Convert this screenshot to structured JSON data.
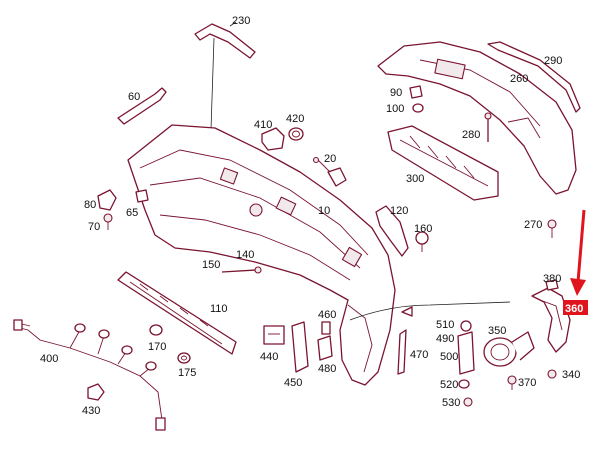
{
  "labels": {
    "p10": "10",
    "p20": "20",
    "p60": "60",
    "p65": "65",
    "p70": "70",
    "p80": "80",
    "p90": "90",
    "p100": "100",
    "p110": "110",
    "p120": "120",
    "p140": "140",
    "p150": "150",
    "p160": "160",
    "p170": "170",
    "p175": "175",
    "p230": "230",
    "p260": "260",
    "p270": "270",
    "p280": "280",
    "p290": "290",
    "p300": "300",
    "p340": "340",
    "p350": "350",
    "p360": "360",
    "p370": "370",
    "p380": "380",
    "p400": "400",
    "p410": "410",
    "p420": "420",
    "p430": "430",
    "p440": "440",
    "p450": "450",
    "p460": "460",
    "p470": "470",
    "p480": "480",
    "p490": "490",
    "p500": "500",
    "p510": "510",
    "p520": "520",
    "p530": "530"
  },
  "highlight": {
    "part": "360",
    "box_color": "#e0141c",
    "arrow_color": "#e0141c"
  },
  "colors": {
    "line_art": "#7a1430",
    "text": "#111111"
  }
}
